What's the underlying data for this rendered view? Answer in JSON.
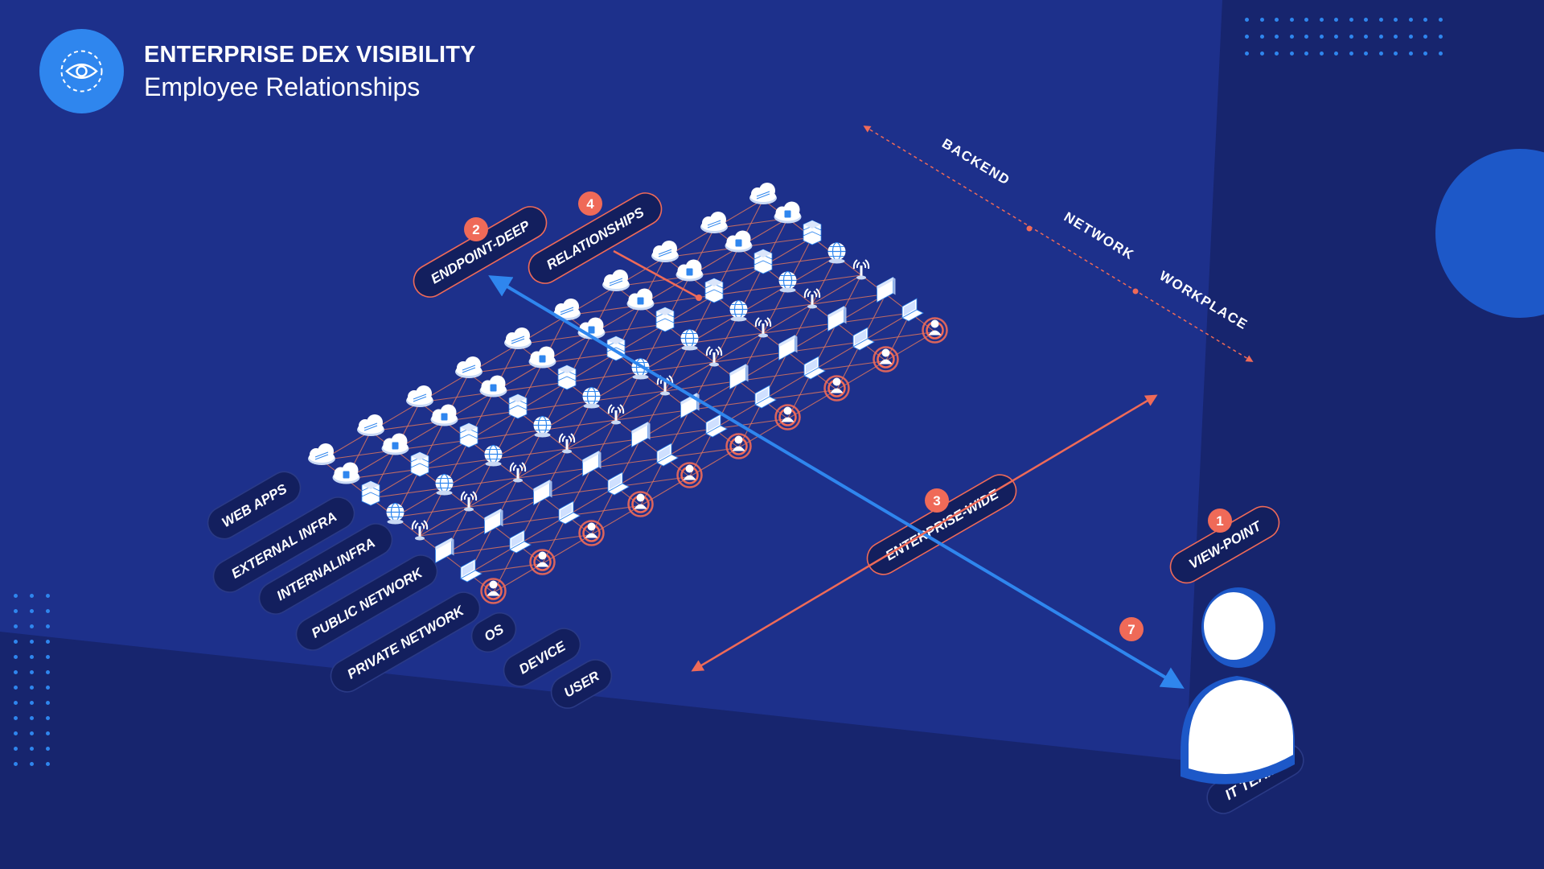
{
  "header": {
    "icon": "eye-icon",
    "title": "ENTERPRISE DEX VISIBILITY",
    "subtitle": "Employee Relationships"
  },
  "colors": {
    "background": "#17256e",
    "beam": "#2a3fa0",
    "grid_line": "#d9735e",
    "accent_blue": "#2f86ee",
    "marker": "#ef6a58",
    "pill_fill": "#131f5e",
    "icon_fill": "#ffffff",
    "icon_detail": "#2f86ee"
  },
  "layers": [
    {
      "label": "WEB APPS",
      "icon": "cloud-icon"
    },
    {
      "label": "EXTERNAL INFRA",
      "icon": "cloud-app-icon"
    },
    {
      "label": "INTERNALINFRA",
      "icon": "server-icon"
    },
    {
      "label": "PUBLIC NETWORK",
      "icon": "globe-icon"
    },
    {
      "label": "PRIVATE NETWORK",
      "icon": "wifi-icon"
    },
    {
      "label": "OS",
      "icon": "window-icon"
    },
    {
      "label": "DEVICE",
      "icon": "laptop-icon"
    },
    {
      "label": "USER",
      "icon": "user-icon"
    }
  ],
  "scopes": [
    {
      "number": "1",
      "label": "VIEW-POINT"
    },
    {
      "number": "2",
      "label": "ENDPOINT-DEEP"
    },
    {
      "number": "3",
      "label": "ENTERPRISE-WIDE"
    },
    {
      "number": "4",
      "label": "RELATIONSHIPS"
    }
  ],
  "arrow_marker": "7",
  "tiers": [
    "BACKEND",
    "NETWORK",
    "WORKPLACE"
  ],
  "viewer": {
    "label": "IT TEAMS",
    "icon": "person-icon"
  }
}
